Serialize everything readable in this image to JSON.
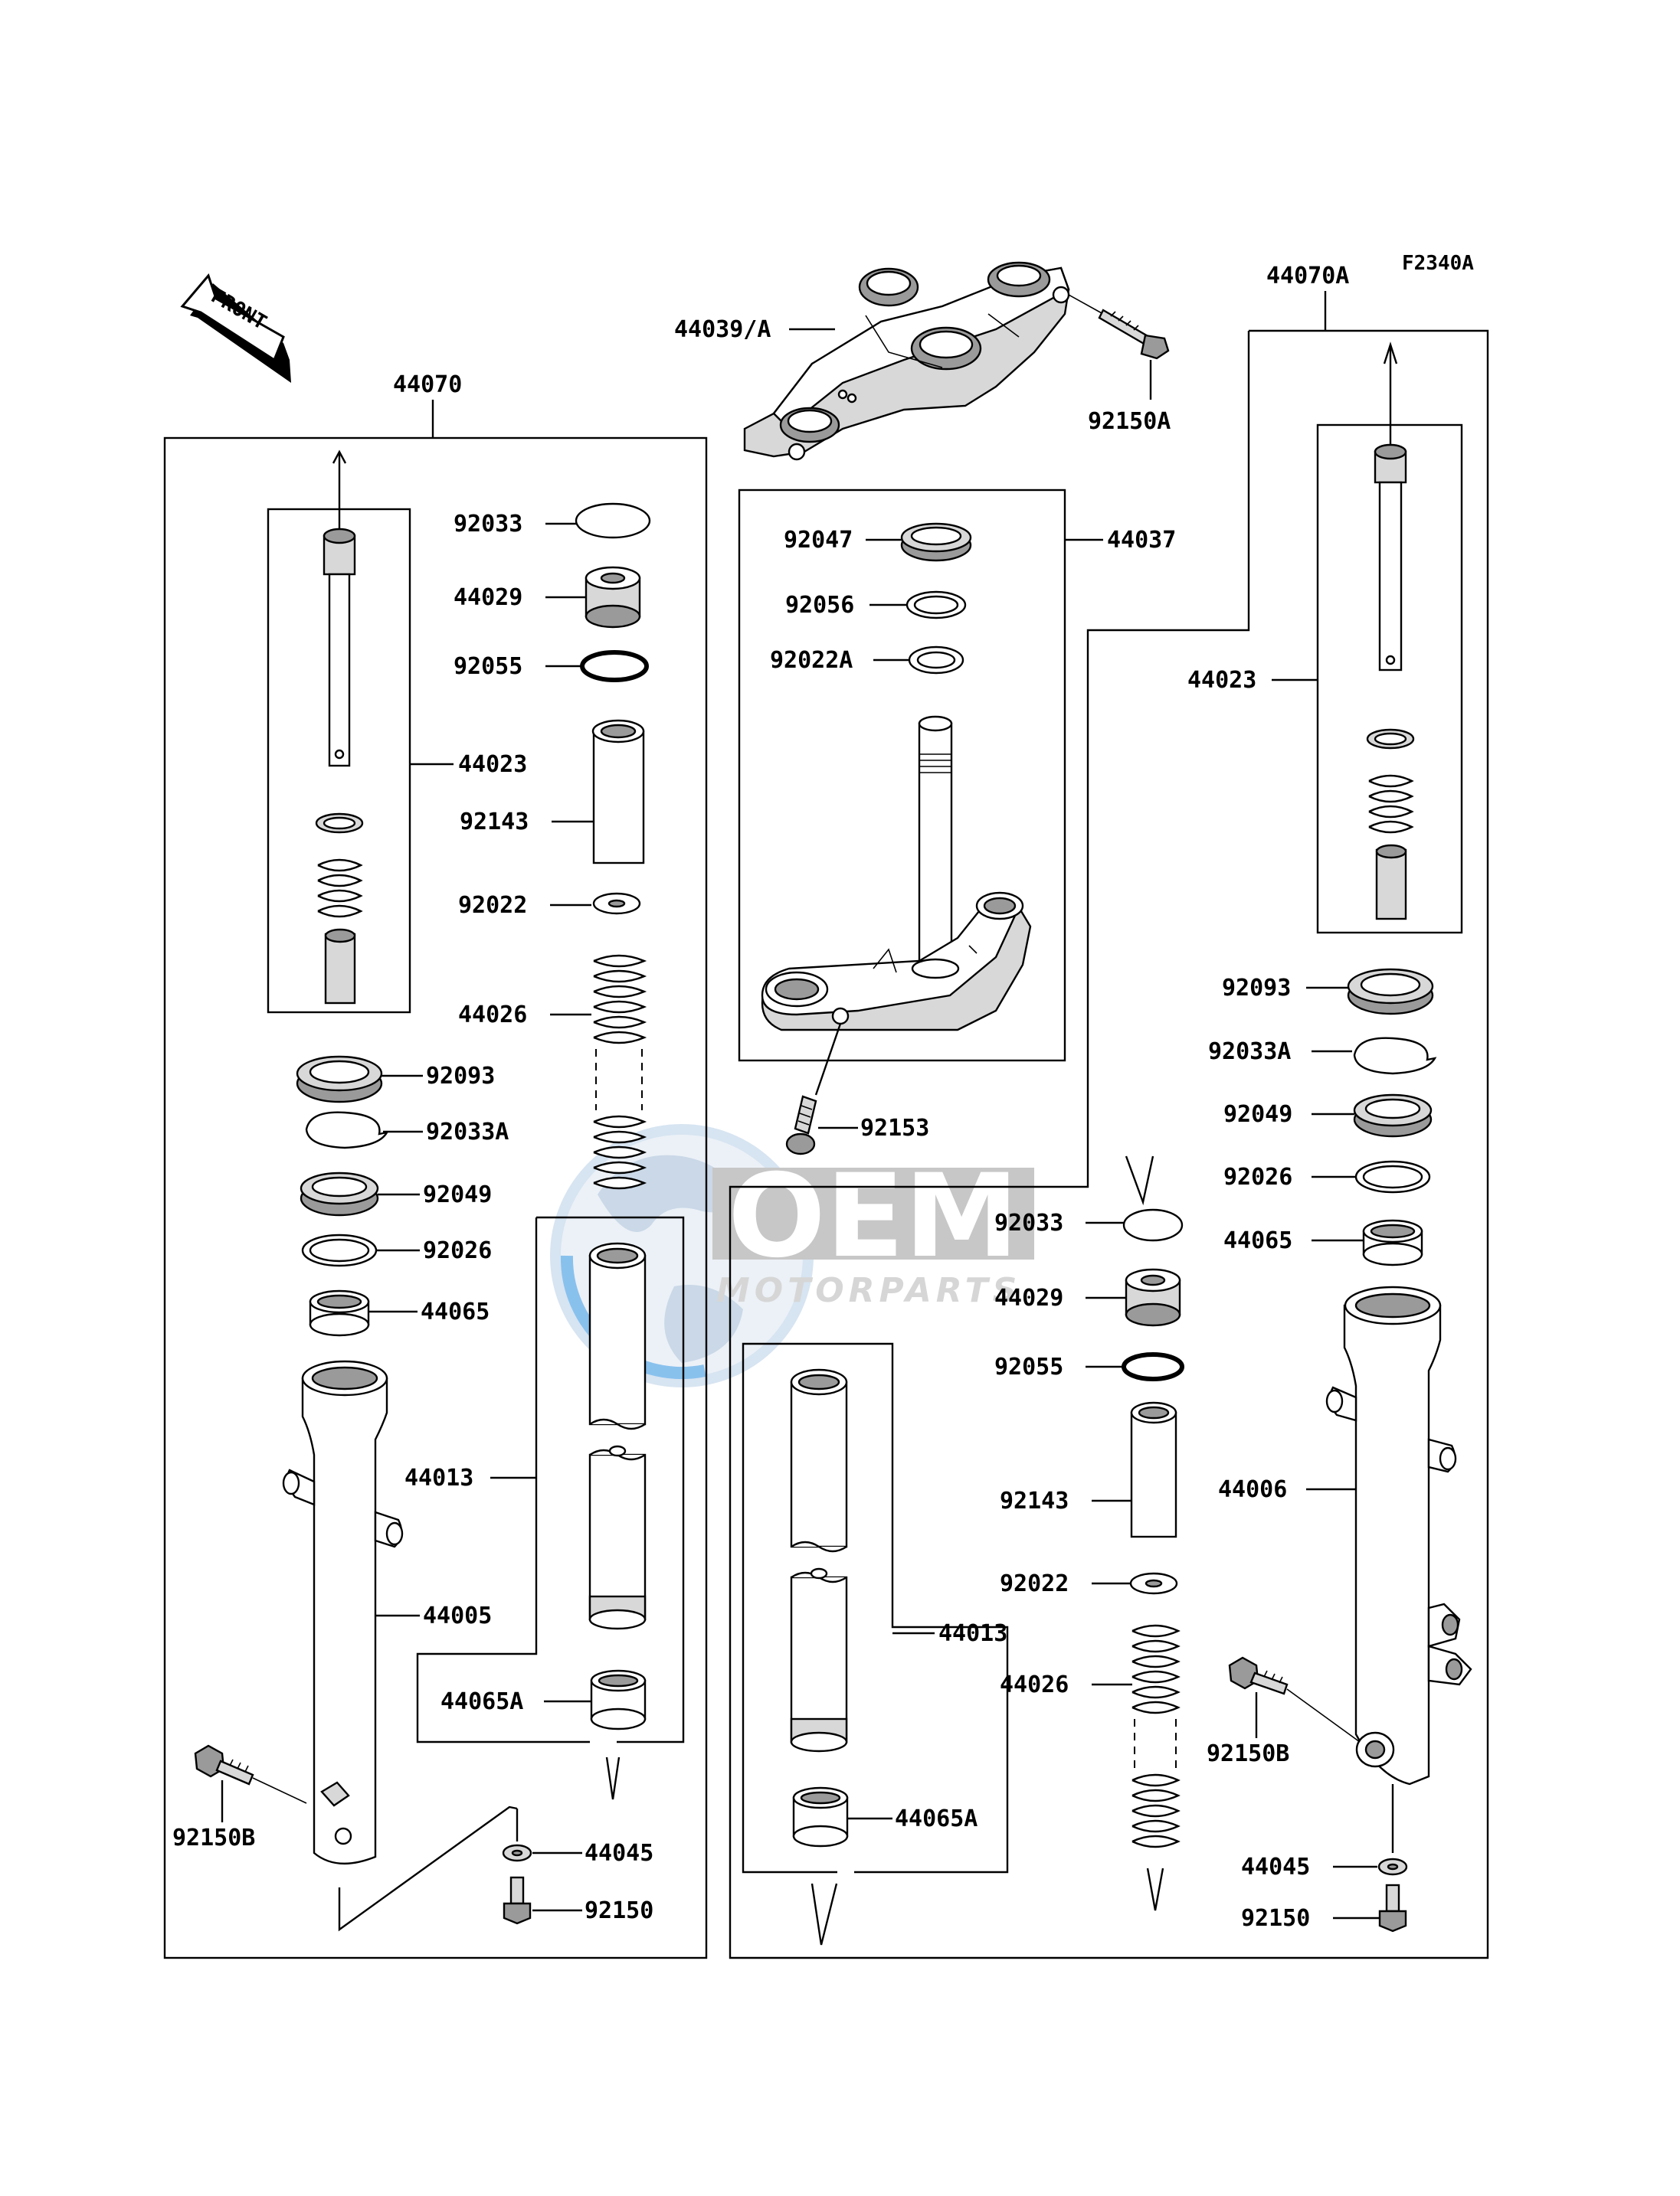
{
  "diagram": {
    "code": "F2340A",
    "front_label": "FRONT",
    "watermark": {
      "brand": "OEM",
      "tagline": "MOTORPARTS"
    },
    "part_labels": {
      "p44070": "44070",
      "p44070A": "44070A",
      "p44039A": "44039/A",
      "p92150A": "92150A",
      "p44037": "44037",
      "p92047": "92047",
      "p92056": "92056",
      "p92022A": "92022A",
      "p92153": "92153",
      "L_92033": "92033",
      "L_44029": "44029",
      "L_92055": "92055",
      "L_44023": "44023",
      "L_92143": "92143",
      "L_92022": "92022",
      "L_44026": "44026",
      "L_92093": "92093",
      "L_92033A": "92033A",
      "L_92049": "92049",
      "L_92026": "92026",
      "L_44065": "44065",
      "L_44013": "44013",
      "L_44005": "44005",
      "L_44065A": "44065A",
      "L_92150B": "92150B",
      "L_44045": "44045",
      "L_92150": "92150",
      "R_44023": "44023",
      "R_92093": "92093",
      "R_92033A": "92033A",
      "R_92049": "92049",
      "R_92026": "92026",
      "R_44065": "44065",
      "R_92033": "92033",
      "R_44029": "44029",
      "R_92055": "92055",
      "R_92143": "92143",
      "R_92022": "92022",
      "R_44026": "44026",
      "R_44013": "44013",
      "R_44065A": "44065A",
      "R_44006": "44006",
      "R_92150B": "92150B",
      "R_44045": "44045",
      "R_92150": "92150"
    }
  }
}
